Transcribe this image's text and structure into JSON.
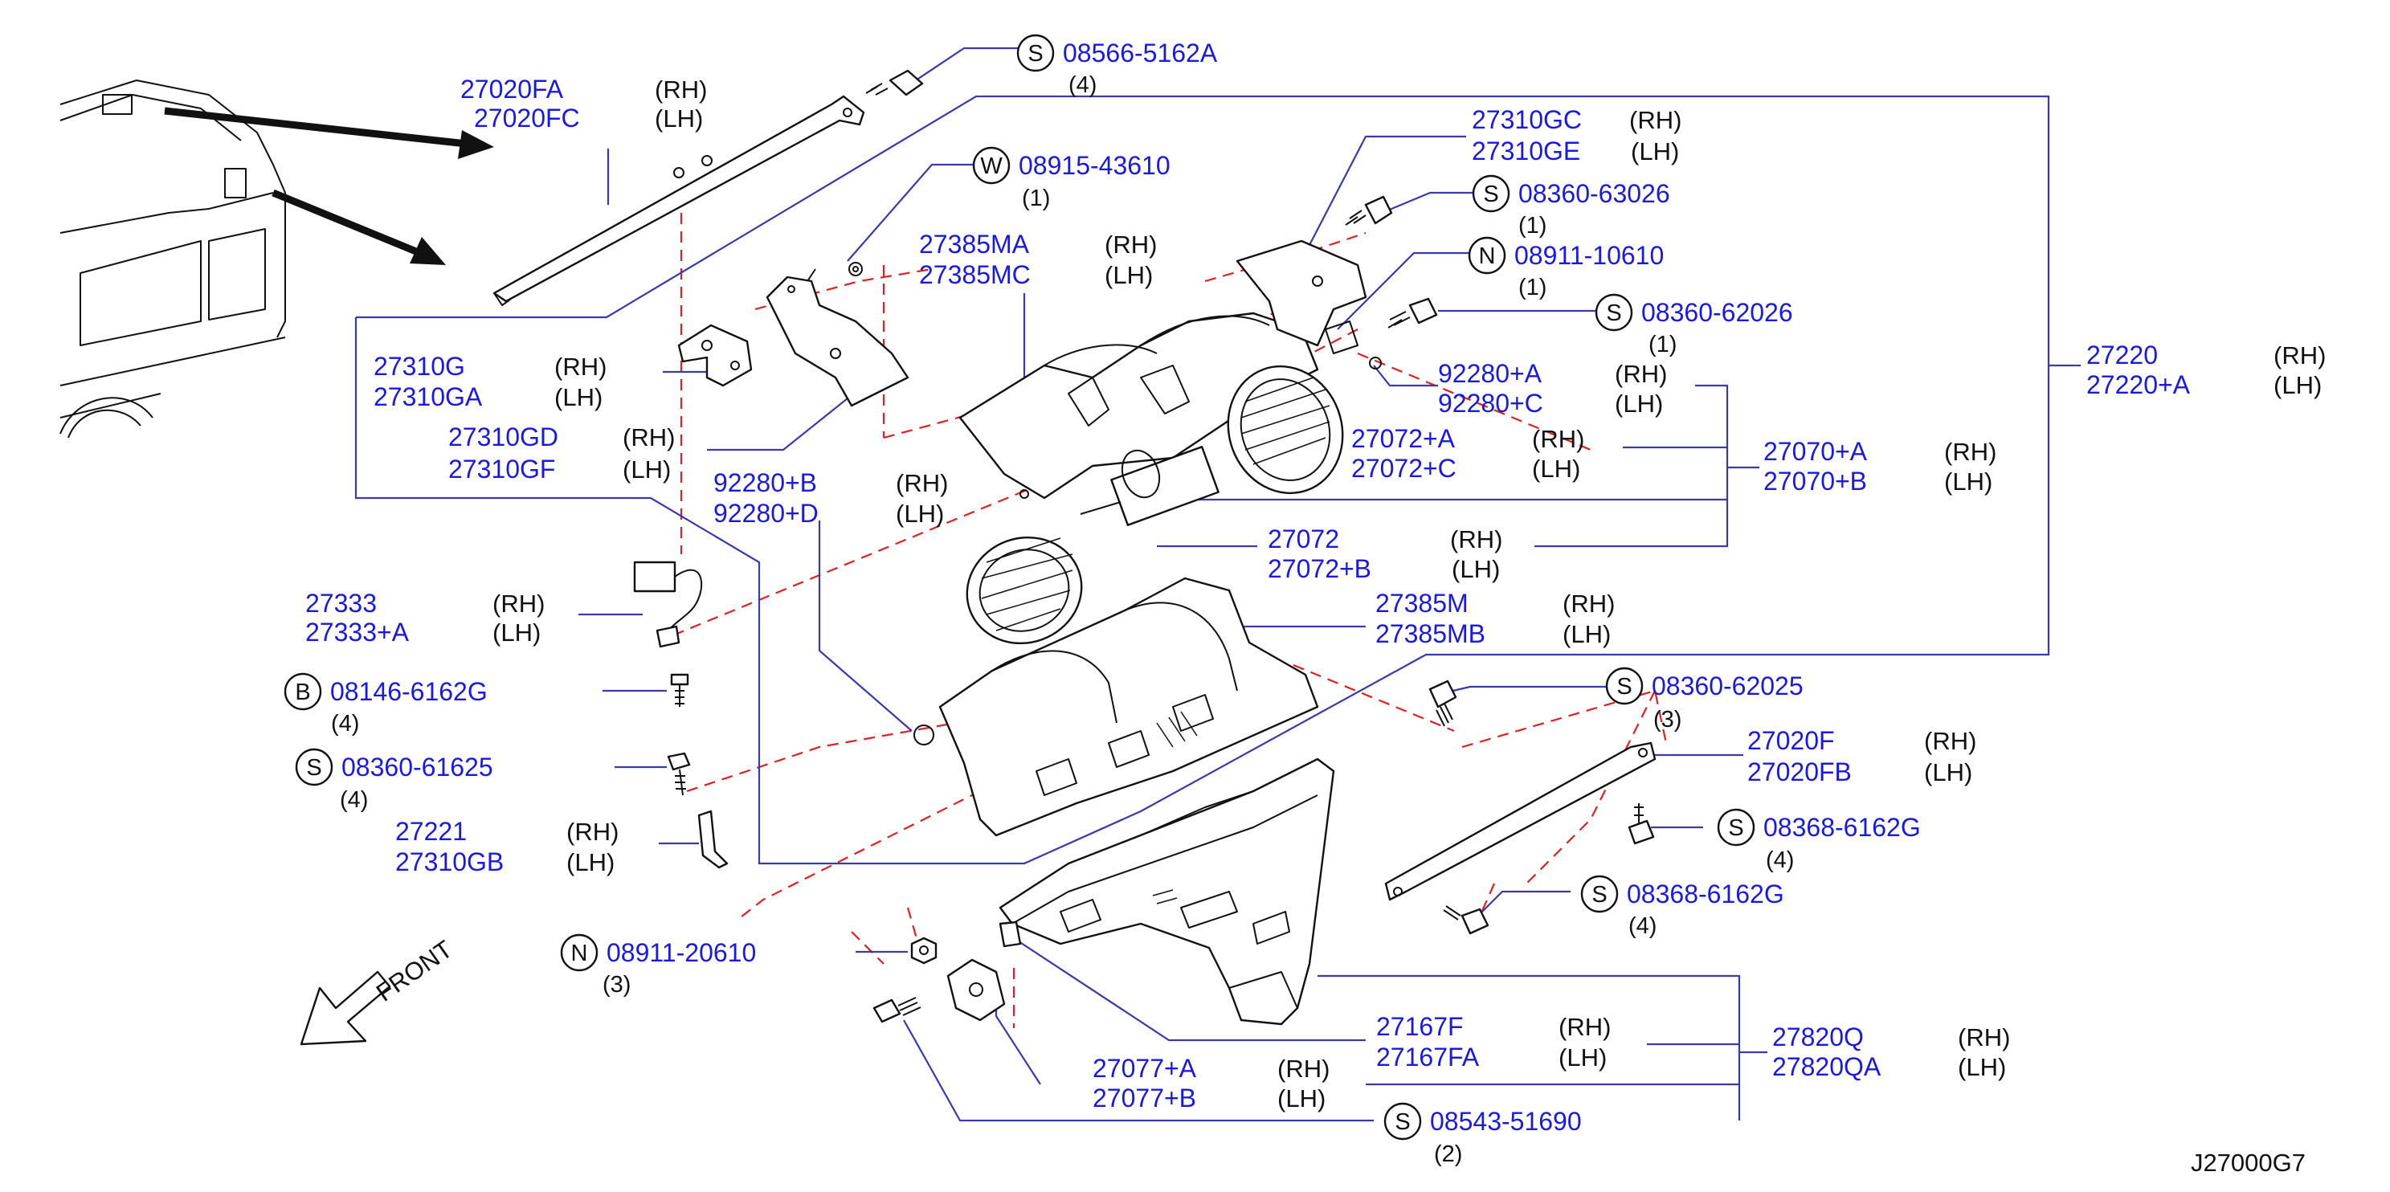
{
  "diagram_id": "J27000G7",
  "front_label": "FRONT",
  "parts": [
    {
      "id": "p01",
      "part": "27020FA",
      "side": "(RH)"
    },
    {
      "id": "p02",
      "part": "27020FC",
      "side": "(LH)"
    },
    {
      "id": "p03",
      "prefix": "S",
      "part": "08566-5162A",
      "qty": "(4)"
    },
    {
      "id": "p04",
      "prefix": "W",
      "part": "08915-43610",
      "qty": "(1)"
    },
    {
      "id": "p05",
      "part": "27310GC",
      "side": "(RH)"
    },
    {
      "id": "p06",
      "part": "27310GE",
      "side": "(LH)"
    },
    {
      "id": "p07",
      "prefix": "S",
      "part": "08360-63026",
      "qty": "(1)"
    },
    {
      "id": "p08",
      "part": "27385MA",
      "side": "(RH)"
    },
    {
      "id": "p09",
      "part": "27385MC",
      "side": "(LH)"
    },
    {
      "id": "p10",
      "prefix": "N",
      "part": "08911-10610",
      "qty": "(1)"
    },
    {
      "id": "p11",
      "prefix": "S",
      "part": "08360-62026",
      "qty": "(1)"
    },
    {
      "id": "p12",
      "part": "27220",
      "side": "(RH)"
    },
    {
      "id": "p13",
      "part": "27220+A",
      "side": "(LH)"
    },
    {
      "id": "p14",
      "part": "27310G",
      "side": "(RH)"
    },
    {
      "id": "p15",
      "part": "27310GA",
      "side": "(LH)"
    },
    {
      "id": "p16",
      "part": "92280+A",
      "side": "(RH)"
    },
    {
      "id": "p17",
      "part": "92280+C",
      "side": "(LH)"
    },
    {
      "id": "p18",
      "part": "27310GD",
      "side": "(RH)"
    },
    {
      "id": "p19",
      "part": "27310GF",
      "side": "(LH)"
    },
    {
      "id": "p20",
      "part": "27072+A",
      "side": "(RH)"
    },
    {
      "id": "p21",
      "part": "27072+C",
      "side": "(LH)"
    },
    {
      "id": "p22",
      "part": "27070+A",
      "side": "(RH)"
    },
    {
      "id": "p23",
      "part": "27070+B",
      "side": "(LH)"
    },
    {
      "id": "p24",
      "part": "92280+B",
      "side": "(RH)"
    },
    {
      "id": "p25",
      "part": "92280+D",
      "side": "(LH)"
    },
    {
      "id": "p26",
      "part": "27072",
      "side": "(RH)"
    },
    {
      "id": "p27",
      "part": "27072+B",
      "side": "(LH)"
    },
    {
      "id": "p28",
      "part": "27333",
      "side": "(RH)"
    },
    {
      "id": "p29",
      "part": "27333+A",
      "side": "(LH)"
    },
    {
      "id": "p30",
      "part": "27385M",
      "side": "(RH)"
    },
    {
      "id": "p31",
      "part": "27385MB",
      "side": "(LH)"
    },
    {
      "id": "p32",
      "prefix": "B",
      "part": "08146-6162G",
      "qty": "(4)"
    },
    {
      "id": "p33",
      "prefix": "S",
      "part": "08360-62025",
      "qty": "(3)"
    },
    {
      "id": "p34",
      "prefix": "S",
      "part": "08360-61625",
      "qty": "(4)"
    },
    {
      "id": "p35",
      "part": "27020F",
      "side": "(RH)"
    },
    {
      "id": "p36",
      "part": "27020FB",
      "side": "(LH)"
    },
    {
      "id": "p37",
      "part": "27221",
      "side": "(RH)"
    },
    {
      "id": "p38",
      "part": "27310GB",
      "side": "(LH)"
    },
    {
      "id": "p39",
      "prefix": "S",
      "part": "08368-6162G",
      "qty": "(4)"
    },
    {
      "id": "p40",
      "prefix": "S",
      "part": "08368-6162G",
      "qty": "(4)"
    },
    {
      "id": "p41",
      "prefix": "N",
      "part": "08911-20610",
      "qty": "(3)"
    },
    {
      "id": "p42",
      "part": "27167F",
      "side": "(RH)"
    },
    {
      "id": "p43",
      "part": "27167FA",
      "side": "(LH)"
    },
    {
      "id": "p44",
      "part": "27820Q",
      "side": "(RH)"
    },
    {
      "id": "p45",
      "part": "27820QA",
      "side": "(LH)"
    },
    {
      "id": "p46",
      "part": "27077+A",
      "side": "(RH)"
    },
    {
      "id": "p47",
      "part": "27077+B",
      "side": "(LH)"
    },
    {
      "id": "p48",
      "prefix": "S",
      "part": "08543-51690",
      "qty": "(2)"
    }
  ]
}
